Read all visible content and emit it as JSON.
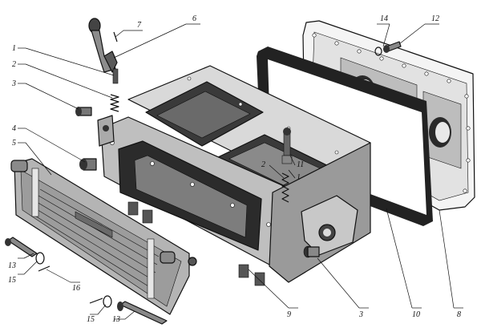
{
  "diagram": {
    "parts": {
      "handle": "7",
      "lever": "6",
      "pin": "1",
      "spring": "2",
      "bolt_left": "3",
      "bolt_small": "4",
      "cover_plate": "5",
      "rod_bolt_left": "13",
      "washer_left": "15",
      "cotter_pin": "16",
      "washer_bottom": "15",
      "rod_bolt_bottom": "13",
      "housing": "9",
      "bolt_right": "3",
      "gasket": "10",
      "side_cover": "8",
      "screw": "12",
      "washer_top": "14",
      "inner_spring": "2",
      "inner_pin": "11",
      "inner_pin_b": "1"
    }
  }
}
